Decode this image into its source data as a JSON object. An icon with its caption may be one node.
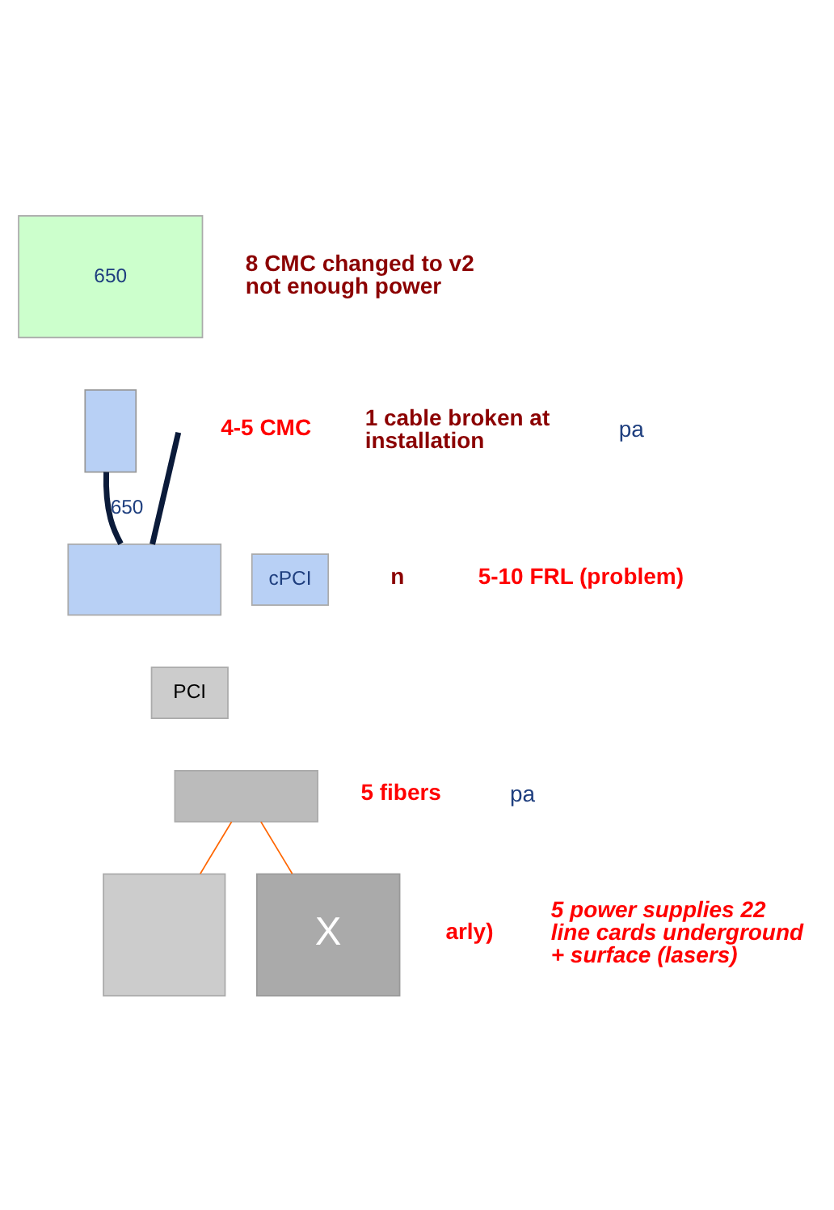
{
  "diagram": {
    "nodes": [
      {
        "text": [
          "650"
        ]
      },
      {
        "text": [],
        "shape": "box"
      },
      {
        "text": [],
        "shape": "box"
      },
      {
        "text": [
          "cPCI"
        ]
      },
      {
        "text": [
          "PCI"
        ]
      },
      {
        "text": [],
        "shape": "box"
      },
      {
        "text": [],
        "shape": "box"
      },
      {
        "text": [
          "X"
        ]
      }
    ],
    "edges": [
      {
        "from": 1,
        "to": 2,
        "arrow": "none",
        "label": "650",
        "style": "thick",
        "color": "#0b1b3a"
      },
      {
        "from": null,
        "to": 2,
        "arrow": "none",
        "style": "thick",
        "color": "#0b1b3a"
      },
      {
        "from": 5,
        "to": 7,
        "arrow": "none",
        "color": "#ff6600"
      },
      {
        "from": 5,
        "to": 6,
        "arrow": "none",
        "color": "#ff6600"
      }
    ],
    "labels": [
      "8 CMC changed to v2 not enough power",
      "4-5 CMC",
      "1 cable broken at installation",
      "pa",
      "n",
      "5-10 FRL (problem)",
      "5 fibers",
      "pa",
      "arly)",
      "5 power supplies 22 line cards underground + surface (lasers)"
    ]
  }
}
